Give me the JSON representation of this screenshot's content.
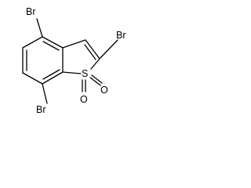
{
  "molecule": {
    "atoms": {
      "br_top_left": "Br",
      "br_top_right": "Br",
      "br_bottom": "Br",
      "sulfur": "S",
      "oxygen_right": "O",
      "oxygen_bottom": "O"
    }
  }
}
